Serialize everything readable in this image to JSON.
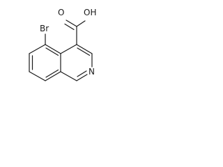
{
  "structure": {
    "atoms": {
      "bromine": "Br",
      "carbonyl_oxygen": "O",
      "hydroxyl": "OH",
      "ring_nitrogen": "N"
    }
  }
}
